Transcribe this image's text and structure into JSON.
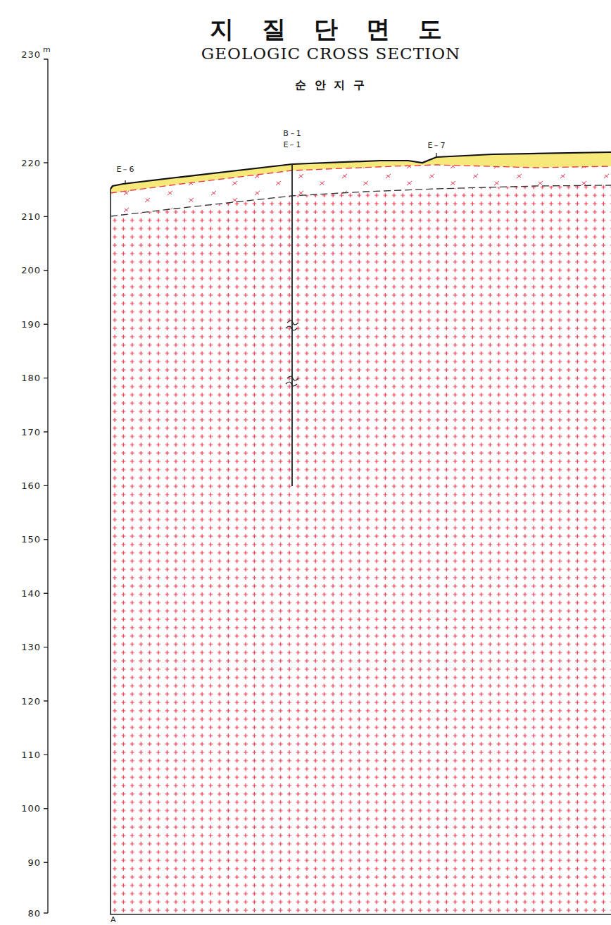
{
  "diagram": {
    "title": "지 질 단 면 도",
    "labels": [
      "GEOLOGIC CROSS SECTION",
      "순 안 지 구",
      "230",
      "m",
      "220",
      "210",
      "200",
      "190",
      "180",
      "170",
      "160",
      "150",
      "140",
      "130",
      "120",
      "110",
      "100",
      "90",
      "80",
      "B－1",
      "E－1",
      "E－7",
      "E－6",
      "A"
    ]
  }
}
